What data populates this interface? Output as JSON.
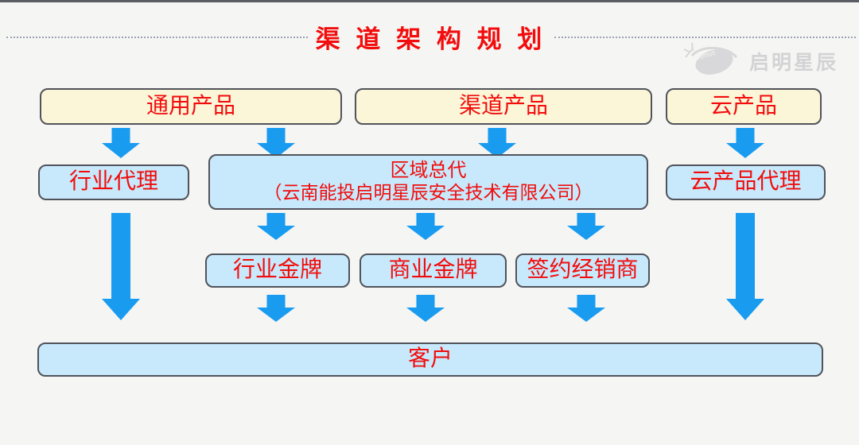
{
  "title": {
    "text": "渠 道 架 构 规 划"
  },
  "logo": {
    "symbol": "venus-swoosh-icon",
    "symbol_text": "Venus",
    "brand": "启明星辰"
  },
  "colors": {
    "title_red": "#f20c0c",
    "arrow_blue": "#199bf0",
    "product_box_fill": "#fcf6d8",
    "channel_box_fill": "#c7e9fb",
    "box_border": "#51535b",
    "background": "#f5f5f3"
  },
  "nodes": {
    "products": [
      {
        "label": "通用产品"
      },
      {
        "label": "渠道产品"
      },
      {
        "label": "云产品"
      }
    ],
    "agents": {
      "industry_agent": "行业代理",
      "regional_master": {
        "title": "区域总代",
        "subtitle": "（云南能投启明星辰安全技术有限公司）"
      },
      "cloud_agent": "云产品代理"
    },
    "dealers": [
      {
        "label": "行业金牌"
      },
      {
        "label": "商业金牌"
      },
      {
        "label": "签约经销商"
      }
    ],
    "customer": "客户"
  }
}
